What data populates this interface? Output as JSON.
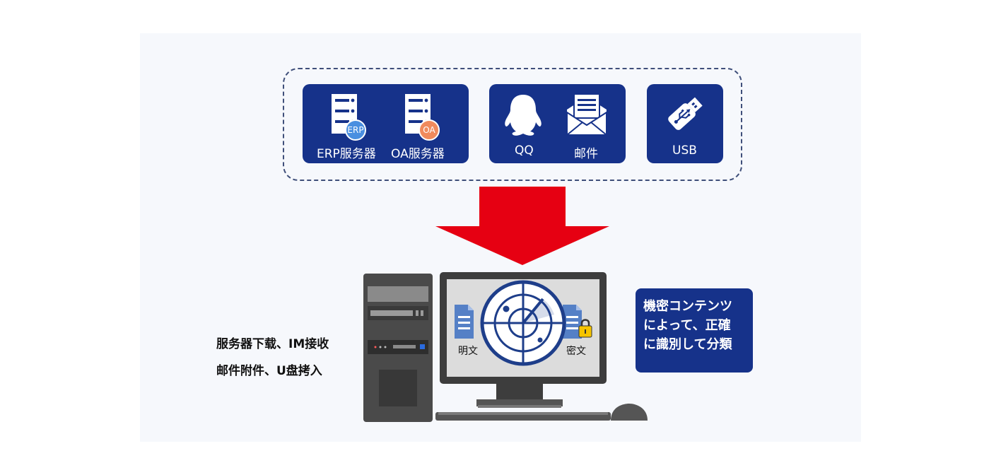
{
  "sources": {
    "servers": {
      "erp_badge": "ERP",
      "erp_label": "ERP服务器",
      "oa_badge": "OA",
      "oa_label": "OA服务器"
    },
    "messaging": {
      "qq_label": "QQ",
      "mail_label": "邮件"
    },
    "usb": {
      "label": "USB"
    }
  },
  "left_text": {
    "line1": "服务器下载、IM接收",
    "line2": "邮件附件、U盘拷入"
  },
  "screen": {
    "plain_label": "明文",
    "cipher_label": "密文"
  },
  "info_box": {
    "lines": [
      "機密コンテンツ",
      "によって、正確",
      "に識別して分類"
    ]
  },
  "colors": {
    "card_blue": "#16328a",
    "arrow_red": "#e60012",
    "badge_blue": "#4a8fe0",
    "badge_orange": "#f08a5d"
  }
}
